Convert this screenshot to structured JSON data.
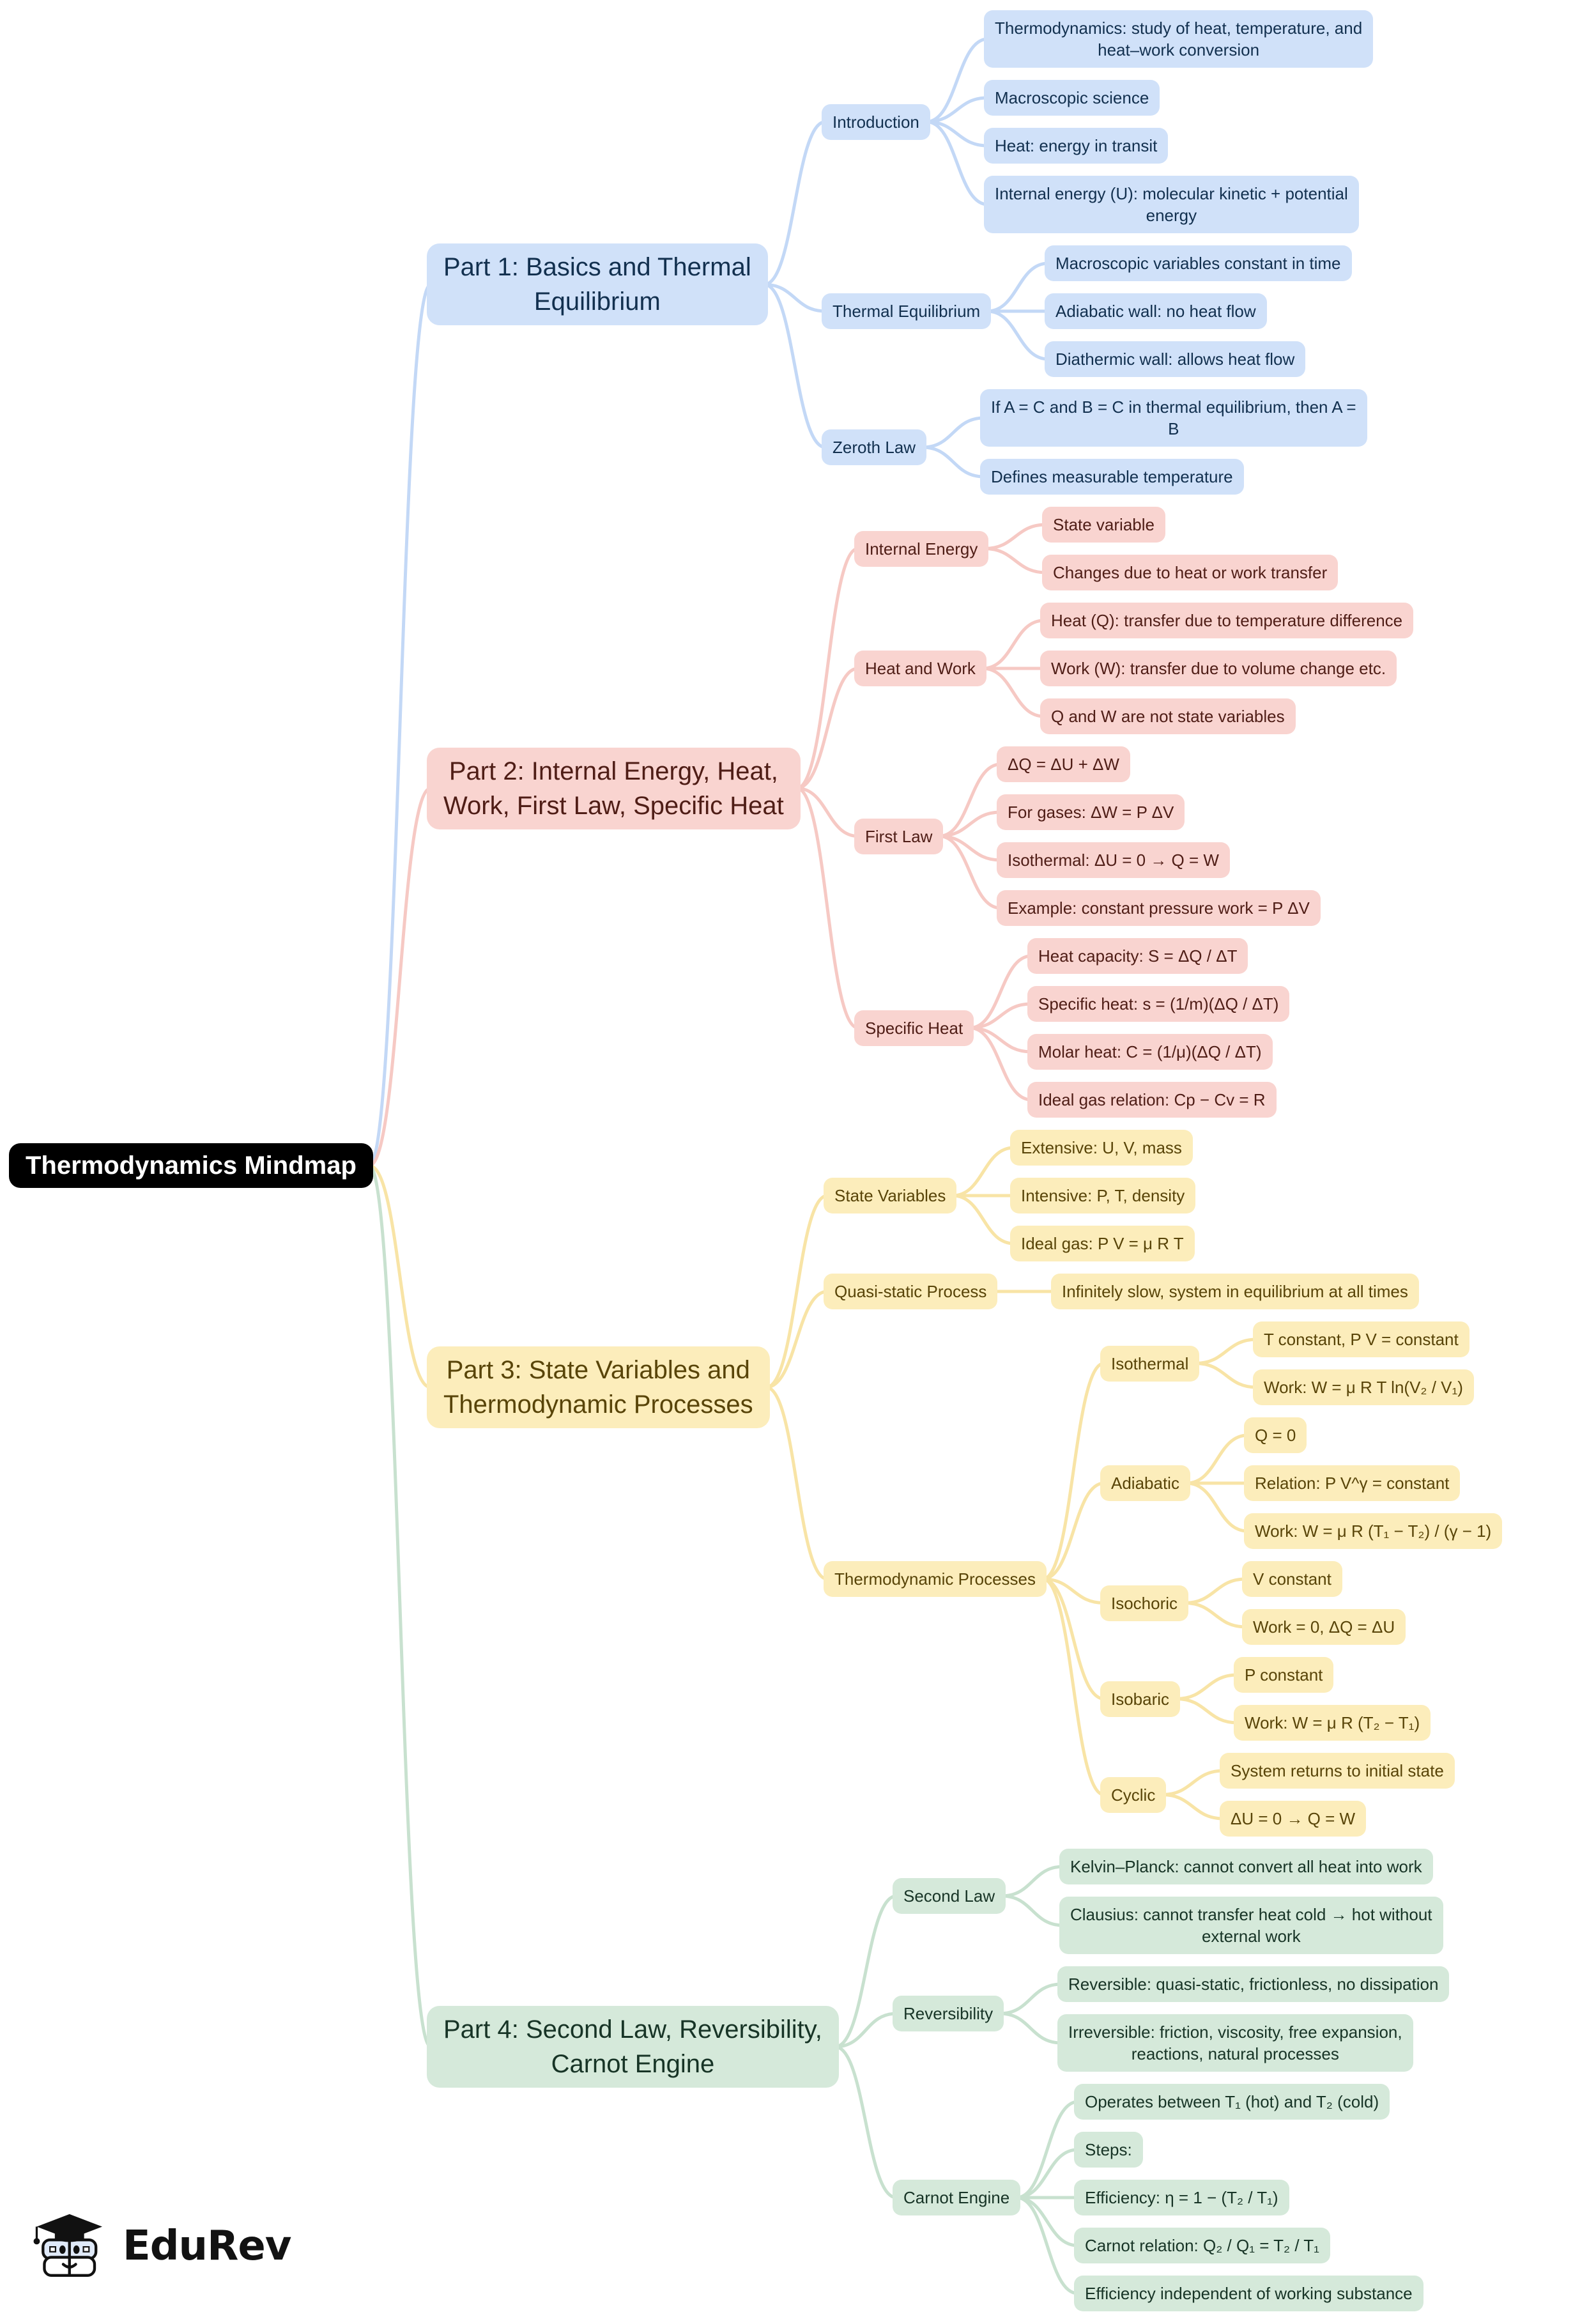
{
  "root": {
    "label": "Thermodynamics Mindmap"
  },
  "colors": {
    "blue": {
      "bg": "#d0e1f9",
      "line": "#c3d8f6",
      "text": "#12304f"
    },
    "red": {
      "bg": "#f9d4d0",
      "line": "#f6c9c4",
      "text": "#4f1d16"
    },
    "yellow": {
      "bg": "#fcedbb",
      "line": "#f8e4a6",
      "text": "#584408"
    },
    "green": {
      "bg": "#d5e9da",
      "line": "#c8e1cf",
      "text": "#173426"
    },
    "root_bg": "#000000",
    "root_text": "#ffffff"
  },
  "branches": [
    {
      "color_key": "blue",
      "label": "Part 1: Basics and Thermal\nEquilibrium",
      "children": [
        {
          "label": "Introduction",
          "children": [
            {
              "label": "Thermodynamics: study of heat, temperature, and\nheat–work conversion"
            },
            {
              "label": "Macroscopic science"
            },
            {
              "label": "Heat: energy in transit"
            },
            {
              "label": "Internal energy (U): molecular kinetic + potential\nenergy"
            }
          ]
        },
        {
          "label": "Thermal Equilibrium",
          "children": [
            {
              "label": "Macroscopic variables constant in time"
            },
            {
              "label": "Adiabatic wall: no heat flow"
            },
            {
              "label": "Diathermic wall: allows heat flow"
            }
          ]
        },
        {
          "label": "Zeroth Law",
          "children": [
            {
              "label": "If A = C and B = C in thermal equilibrium, then A =\nB"
            },
            {
              "label": "Defines measurable temperature"
            }
          ]
        }
      ]
    },
    {
      "color_key": "red",
      "label": "Part 2: Internal Energy, Heat,\nWork, First Law, Specific Heat",
      "children": [
        {
          "label": "Internal Energy",
          "children": [
            {
              "label": "State variable"
            },
            {
              "label": "Changes due to heat or work transfer"
            }
          ]
        },
        {
          "label": "Heat and Work",
          "children": [
            {
              "label": "Heat (Q): transfer due to temperature difference"
            },
            {
              "label": "Work (W): transfer due to volume change etc."
            },
            {
              "label": "Q and W are not state variables"
            }
          ]
        },
        {
          "label": "First Law",
          "children": [
            {
              "label": "ΔQ = ΔU + ΔW"
            },
            {
              "label": "For gases: ΔW = P ΔV"
            },
            {
              "label": "Isothermal: ΔU = 0 → Q = W"
            },
            {
              "label": "Example: constant pressure work = P ΔV"
            }
          ]
        },
        {
          "label": "Specific Heat",
          "children": [
            {
              "label": "Heat capacity: S = ΔQ / ΔT"
            },
            {
              "label": "Specific heat: s = (1/m)(ΔQ / ΔT)"
            },
            {
              "label": "Molar heat: C = (1/μ)(ΔQ / ΔT)"
            },
            {
              "label": "Ideal gas relation: Cp − Cv = R"
            }
          ]
        }
      ]
    },
    {
      "color_key": "yellow",
      "label": "Part 3: State Variables and\nThermodynamic Processes",
      "children": [
        {
          "label": "State Variables",
          "children": [
            {
              "label": "Extensive: U, V, mass"
            },
            {
              "label": "Intensive: P, T, density"
            },
            {
              "label": "Ideal gas: P V = μ R T"
            }
          ]
        },
        {
          "label": "Quasi-static Process",
          "children": [
            {
              "label": "Infinitely slow, system in equilibrium at all times"
            }
          ]
        },
        {
          "label": "Thermodynamic Processes",
          "children": [
            {
              "label": "Isothermal",
              "children": [
                {
                  "label": "T constant, P V = constant"
                },
                {
                  "label": "Work: W = μ R T ln(V₂ / V₁)"
                }
              ]
            },
            {
              "label": "Adiabatic",
              "children": [
                {
                  "label": "Q = 0"
                },
                {
                  "label": "Relation: P V^γ = constant"
                },
                {
                  "label": "Work: W = μ R (T₁ − T₂) / (γ − 1)"
                }
              ]
            },
            {
              "label": "Isochoric",
              "children": [
                {
                  "label": "V constant"
                },
                {
                  "label": "Work = 0, ΔQ = ΔU"
                }
              ]
            },
            {
              "label": "Isobaric",
              "children": [
                {
                  "label": "P constant"
                },
                {
                  "label": "Work: W = μ R (T₂ − T₁)"
                }
              ]
            },
            {
              "label": "Cyclic",
              "children": [
                {
                  "label": "System returns to initial state"
                },
                {
                  "label": "ΔU = 0 → Q = W"
                }
              ]
            }
          ]
        }
      ]
    },
    {
      "color_key": "green",
      "label": "Part 4: Second Law, Reversibility,\nCarnot Engine",
      "children": [
        {
          "label": "Second Law",
          "children": [
            {
              "label": "Kelvin–Planck: cannot convert all heat into work"
            },
            {
              "label": "Clausius: cannot transfer heat cold → hot without\nexternal work"
            }
          ]
        },
        {
          "label": "Reversibility",
          "children": [
            {
              "label": "Reversible: quasi-static, frictionless, no dissipation"
            },
            {
              "label": "Irreversible: friction, viscosity, free expansion,\nreactions, natural processes"
            }
          ]
        },
        {
          "label": "Carnot Engine",
          "children": [
            {
              "label": "Operates between T₁ (hot) and T₂ (cold)"
            },
            {
              "label": "Steps:"
            },
            {
              "label": "Efficiency: η = 1 − (T₂ / T₁)"
            },
            {
              "label": "Carnot relation: Q₂ / Q₁ = T₂ / T₁"
            },
            {
              "label": "Efficiency independent of working substance"
            }
          ]
        }
      ]
    }
  ],
  "footer": {
    "brand": "EduRev"
  }
}
